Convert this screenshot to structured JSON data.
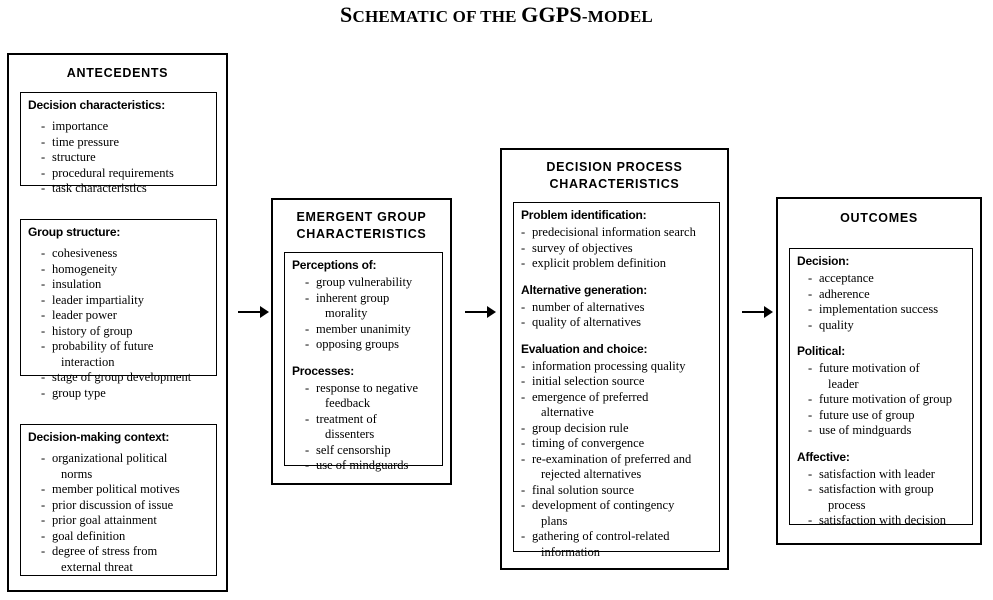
{
  "title": {
    "lead": "S",
    "rest_1": "CHEMATIC OF THE ",
    "acronym": "GGPS",
    "rest_2": "-MODEL",
    "full": "SCHEMATIC OF THE GGPS-MODEL"
  },
  "columns": [
    {
      "id": "antecedents",
      "header": "ANTECEDENTS",
      "panels": [
        {
          "title": "Decision characteristics:",
          "items": [
            {
              "text": "importance"
            },
            {
              "text": "time pressure"
            },
            {
              "text": "structure"
            },
            {
              "text": "procedural requirements"
            },
            {
              "text": "task characteristics"
            }
          ]
        },
        {
          "title": "Group structure:",
          "items": [
            {
              "text": "cohesiveness"
            },
            {
              "text": "homogeneity"
            },
            {
              "text": "insulation"
            },
            {
              "text": "leader impartiality"
            },
            {
              "text": "leader power"
            },
            {
              "text": "history of group"
            },
            {
              "text": "probability of future",
              "cont": "interaction"
            },
            {
              "text": "stage of group development"
            },
            {
              "text": "group type"
            }
          ]
        },
        {
          "title": "Decision-making context:",
          "items": [
            {
              "text": "organizational political",
              "cont": "norms"
            },
            {
              "text": "member political motives"
            },
            {
              "text": "prior discussion of issue"
            },
            {
              "text": "prior goal attainment"
            },
            {
              "text": "goal definition"
            },
            {
              "text": "degree of stress from",
              "cont": "external threat"
            }
          ]
        }
      ]
    },
    {
      "id": "emergent-group-characteristics",
      "header": "EMERGENT GROUP\nCHARACTERISTICS",
      "panels": [
        {
          "title": "Perceptions of:",
          "items": [
            {
              "text": "group vulnerability"
            },
            {
              "text": "inherent group",
              "cont": "morality"
            },
            {
              "text": "member unanimity"
            },
            {
              "text": "opposing groups"
            }
          ],
          "subsections": [
            {
              "title": "Processes:",
              "items": [
                {
                  "text": "response to negative",
                  "cont": "feedback"
                },
                {
                  "text": "treatment of",
                  "cont": "dissenters"
                },
                {
                  "text": "self censorship"
                },
                {
                  "text": "use of mindguards"
                }
              ]
            }
          ]
        }
      ]
    },
    {
      "id": "decision-process-characteristics",
      "header": "DECISION PROCESS\nCHARACTERISTICS",
      "panels": [
        {
          "title": "Problem identification:",
          "items": [
            {
              "text": "predecisional information search"
            },
            {
              "text": "survey of objectives"
            },
            {
              "text": "explicit problem definition"
            }
          ],
          "subsections": [
            {
              "title": "Alternative generation:",
              "items": [
                {
                  "text": "number of alternatives"
                },
                {
                  "text": "quality of alternatives"
                }
              ]
            },
            {
              "title": "Evaluation and choice:",
              "items": [
                {
                  "text": "information processing quality"
                },
                {
                  "text": "initial selection source"
                },
                {
                  "text": "emergence of preferred",
                  "cont": "alternative"
                },
                {
                  "text": "group decision rule"
                },
                {
                  "text": "timing of convergence"
                },
                {
                  "text": "re-examination of preferred and",
                  "cont": "rejected alternatives"
                },
                {
                  "text": "final solution source"
                },
                {
                  "text": "development of contingency",
                  "cont": "plans"
                },
                {
                  "text": "gathering of control-related",
                  "cont": "information"
                }
              ]
            }
          ]
        }
      ]
    },
    {
      "id": "outcomes",
      "header": "OUTCOMES",
      "panels": [
        {
          "title": "Decision:",
          "items": [
            {
              "text": "acceptance"
            },
            {
              "text": "adherence"
            },
            {
              "text": "implementation success"
            },
            {
              "text": "quality"
            }
          ],
          "subsections": [
            {
              "title": "Political:",
              "items": [
                {
                  "text": "future motivation of",
                  "cont": "leader"
                },
                {
                  "text": "future motivation of group"
                },
                {
                  "text": "future use of group"
                },
                {
                  "text": "use of mindguards"
                }
              ]
            },
            {
              "title": "Affective:",
              "items": [
                {
                  "text": "satisfaction with leader"
                },
                {
                  "text": "satisfaction with group",
                  "cont": "process"
                },
                {
                  "text": "satisfaction with decision"
                }
              ]
            }
          ]
        }
      ]
    }
  ],
  "arrows": [
    {
      "name": "arrow-antecedents-to-emergent"
    },
    {
      "name": "arrow-emergent-to-decision-process"
    },
    {
      "name": "arrow-decision-process-to-outcomes"
    }
  ],
  "colors": {
    "line": "#000000",
    "background": "#ffffff",
    "text": "#000000"
  }
}
